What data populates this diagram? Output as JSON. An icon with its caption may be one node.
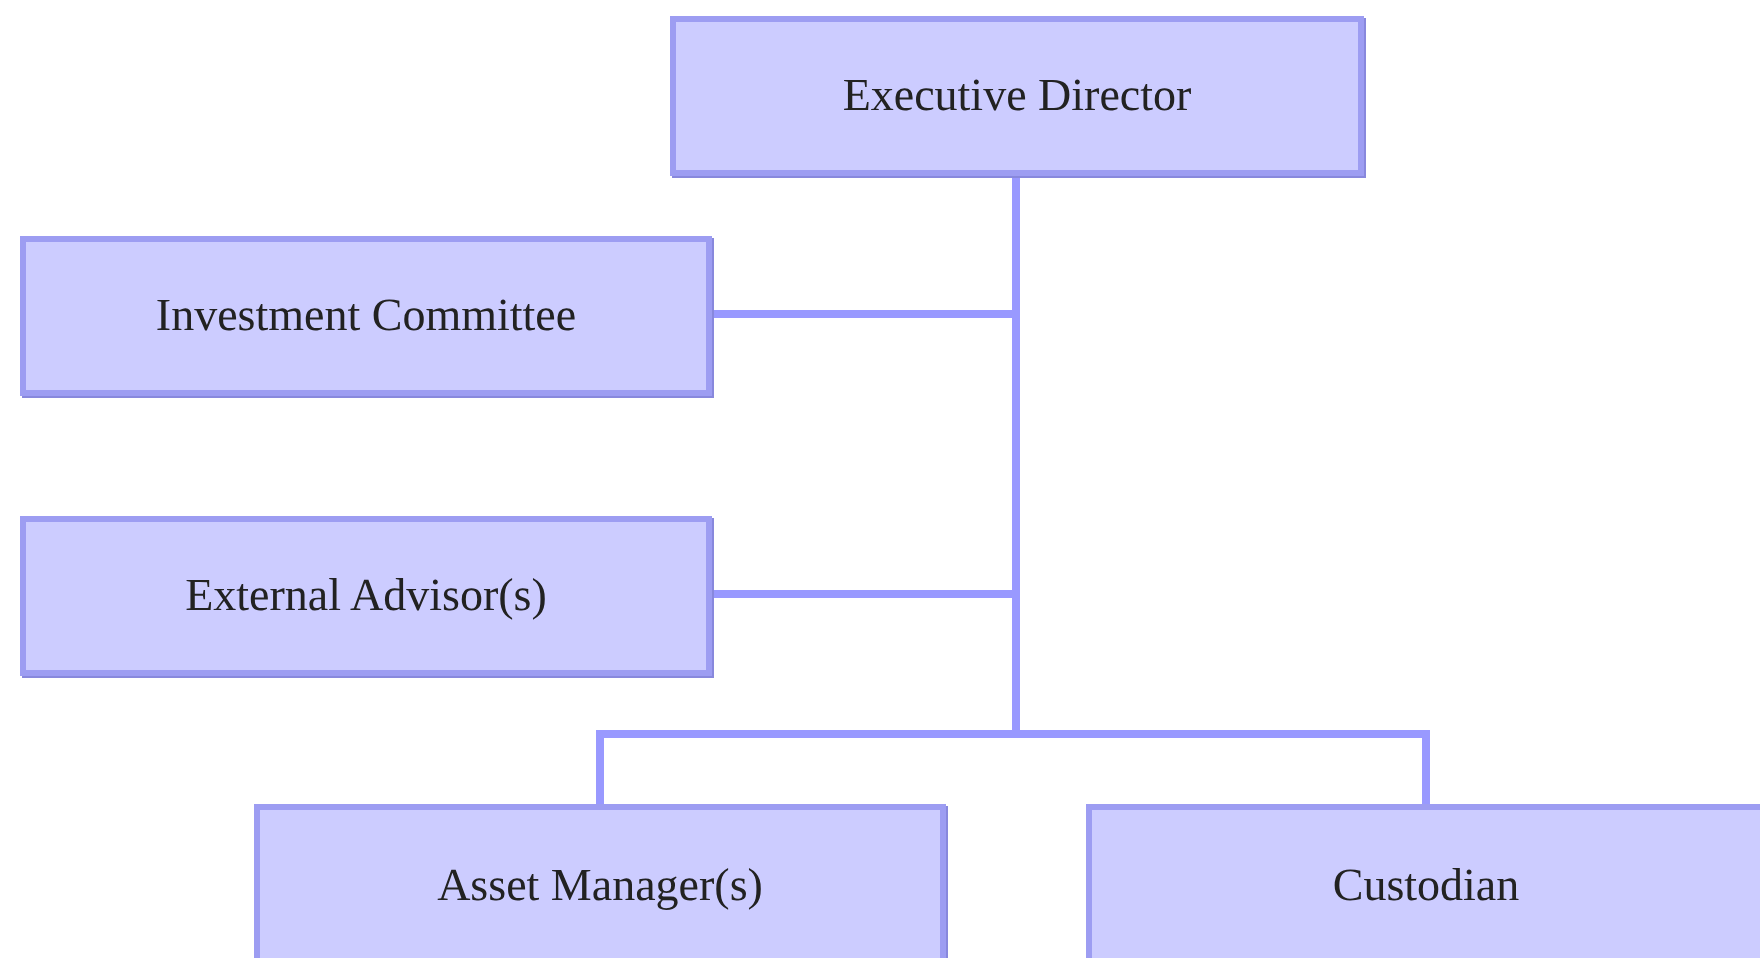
{
  "diagram": {
    "nodes": [
      {
        "text": [
          "Executive Director"
        ]
      },
      {
        "text": [
          "Investment Committee"
        ]
      },
      {
        "text": [
          "External Advisor(s)"
        ]
      },
      {
        "text": [
          "Asset Manager(s)"
        ]
      },
      {
        "text": [
          "Custodian"
        ]
      }
    ],
    "edges": [
      {
        "from": 0,
        "to": 1,
        "arrow": "none"
      },
      {
        "from": 0,
        "to": 2,
        "arrow": "none"
      },
      {
        "from": 0,
        "to": 3,
        "arrow": "none"
      },
      {
        "from": 0,
        "to": 4,
        "arrow": "none"
      }
    ]
  }
}
